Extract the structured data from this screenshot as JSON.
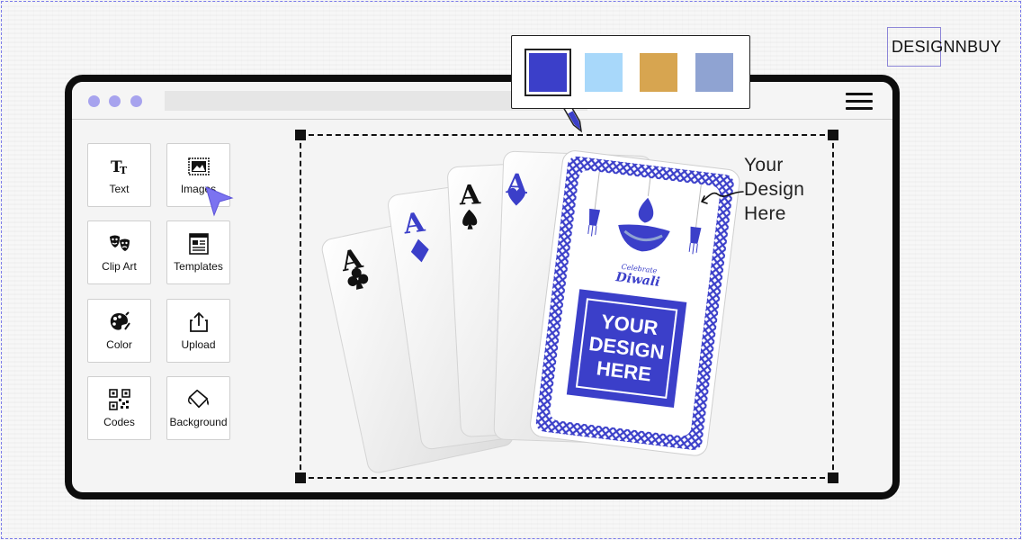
{
  "brand": {
    "name": "DESIGNNBUY"
  },
  "tools": [
    {
      "label": "Text",
      "icon": "text-icon"
    },
    {
      "label": "Images",
      "icon": "image-icon"
    },
    {
      "label": "Clip Art",
      "icon": "clipart-icon"
    },
    {
      "label": "Templates",
      "icon": "templates-icon"
    },
    {
      "label": "Color",
      "icon": "palette-icon"
    },
    {
      "label": "Upload",
      "icon": "upload-icon"
    },
    {
      "label": "Codes",
      "icon": "qr-code-icon"
    },
    {
      "label": "Background",
      "icon": "paint-bucket-icon"
    }
  ],
  "palette": {
    "colors": [
      "#3b3fc9",
      "#a8d8fa",
      "#d7a550",
      "#8fa3d2"
    ],
    "selected_index": 0
  },
  "callout": {
    "line1": "Your",
    "line2": "Design",
    "line3": "Here"
  },
  "cards": {
    "rank": "A",
    "suits": [
      "club",
      "diamond",
      "spade",
      "heart"
    ],
    "front": {
      "greeting_small": "Celebrate",
      "greeting_large": "Diwali",
      "placeholder_line1": "YOUR",
      "placeholder_line2": "DESIGN",
      "placeholder_line3": "HERE"
    },
    "accent_color": "#3b3fc9"
  }
}
